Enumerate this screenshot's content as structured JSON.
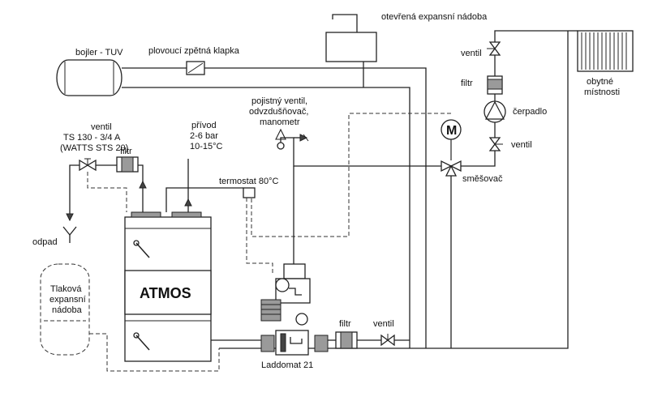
{
  "labels": {
    "boiler_tuv": "bojler - TUV",
    "float_check_valve": "plovoucí zpětná klapka",
    "open_expansion_tank": "otevřená expansní nádoba",
    "valve_top": "ventil",
    "filter_top": "filtr",
    "pump": "čerpadlo",
    "valve_right": "ventil",
    "radiator_line1": "obytné",
    "radiator_line2": "místnosti",
    "safety_line1": "pojistný ventil,",
    "safety_line2": "odvzdušňovač,",
    "safety_line3": "manometr",
    "motor": "M",
    "mixer": "směšovač",
    "supply_line1": "přívod",
    "supply_line2": "2-6 bar",
    "supply_line3": "10-15°C",
    "thermostat": "termostat 80°C",
    "valve_left_line1": "ventil",
    "valve_left_line2": "TS 130 - 3/4 A",
    "valve_left_line3": "(WATTS STS 20)",
    "filter_left": "filtr",
    "drain": "odpad",
    "pressure_tank_line1": "Tlaková",
    "pressure_tank_line2": "expansní",
    "pressure_tank_line3": "nádoba",
    "brand": "ATMOS",
    "laddomat": "Laddomat 21",
    "filter_bottom": "filtr",
    "valve_bottom": "ventil"
  }
}
